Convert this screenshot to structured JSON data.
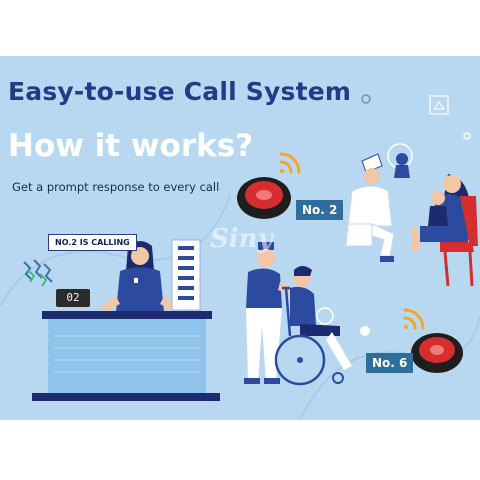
{
  "banner": {
    "heading": "Easy-to-use Call System",
    "subheading": "How it works?",
    "tagline": "Get a prompt response to every call",
    "calling_notice": "NO.2 IS CALLING",
    "display_number": "02",
    "watermark": "Siny"
  },
  "callers": [
    {
      "label": "No. 2"
    },
    {
      "label": "No. 6"
    }
  ],
  "colors": {
    "background": "#b8d8f2",
    "heading": "#233a86",
    "tag": "#2e6e9c",
    "counter": "#8fc3ea",
    "uniform": "#2b4aa0",
    "button_red": "#d62e2e",
    "wifi": "#f5a623"
  },
  "icons": [
    "wifi-signal-icon",
    "call-button-icon",
    "watch-pager-icon",
    "receipt-list-icon"
  ]
}
